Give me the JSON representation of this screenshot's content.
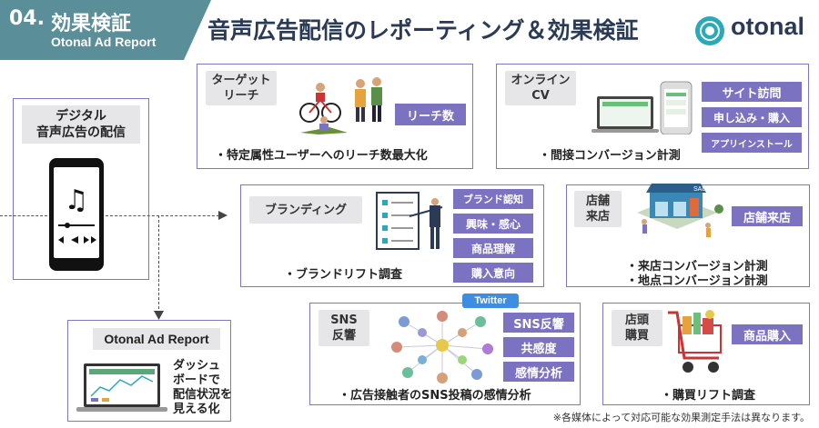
{
  "header": {
    "number": "04.",
    "title": "効果検証",
    "subtitle": "Otonal Ad Report",
    "main_title": "音声広告配信のレポーティング＆効果検証",
    "logo_text": "otonal"
  },
  "left": {
    "delivery_label": "デジタル\n音声広告の配信",
    "report_label": "Otonal Ad Report",
    "report_desc": "ダッシュ\nボードで\n配信状況を\n見える化"
  },
  "cards": {
    "reach": {
      "tag": "ターゲット\nリーチ",
      "chips": [
        "リーチ数"
      ],
      "bullet": "・特定属性ユーザーへのリーチ数最大化"
    },
    "online_cv": {
      "tag": "オンライン\nCV",
      "chips": [
        "サイト訪問",
        "申し込み・購入",
        "アプリインストール"
      ],
      "bullet": "・間接コンバージョン計測"
    },
    "branding": {
      "tag": "ブランディング",
      "chips": [
        "ブランド認知",
        "興味・感心",
        "商品理解",
        "購入意向"
      ],
      "bullet": "・ブランドリフト調査"
    },
    "store_visit": {
      "tag": "店舗\n来店",
      "chips": [
        "店舗来店"
      ],
      "bullets": [
        "・来店コンバージョン計測",
        "・地点コンバージョン計測"
      ]
    },
    "sns": {
      "tag": "SNS\n反響",
      "badge": "Twitter",
      "chips": [
        "SNS反響",
        "共感度",
        "感情分析"
      ],
      "bullet": "・広告接触者のSNS投稿の感情分析"
    },
    "store_purchase": {
      "tag": "店頭\n購買",
      "chips": [
        "商品購入"
      ],
      "bullet": "・購買リフト調査"
    }
  },
  "footnote": "※各媒体によって対応可能な効果測定手法は異なります。",
  "colors": {
    "teal": "#5a8f9a",
    "purple": "#7c72c2",
    "navy": "#2b3a55",
    "border": "#7f76c4"
  }
}
